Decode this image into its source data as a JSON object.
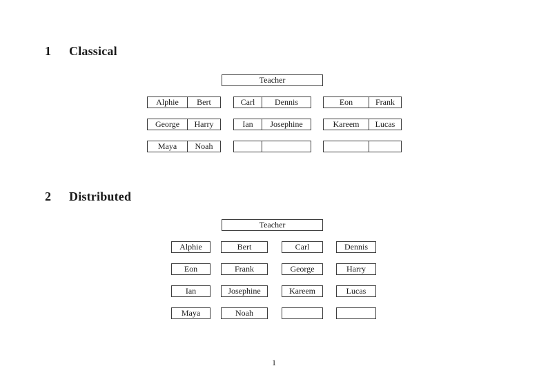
{
  "page": {
    "number_label": "1"
  },
  "colors": {
    "background": "#ffffff",
    "text": "#1a1a1a",
    "border": "#3d3d3d"
  },
  "sections": {
    "classical": {
      "number": "1",
      "title": "Classical",
      "teacher": "Teacher",
      "desks": [
        [
          [
            "Alphie",
            "Bert"
          ],
          [
            "Carl",
            "Dennis"
          ],
          [
            "Eon",
            "Frank"
          ]
        ],
        [
          [
            "George",
            "Harry"
          ],
          [
            "Ian",
            "Josephine"
          ],
          [
            "Kareem",
            "Lucas"
          ]
        ],
        [
          [
            "Maya",
            "Noah"
          ],
          [
            "",
            ""
          ],
          [
            "",
            ""
          ]
        ]
      ]
    },
    "distributed": {
      "number": "2",
      "title": "Distributed",
      "teacher": "Teacher",
      "desks": [
        [
          "Alphie",
          "Bert",
          "Carl",
          "Dennis"
        ],
        [
          "Eon",
          "Frank",
          "George",
          "Harry"
        ],
        [
          "Ian",
          "Josephine",
          "Kareem",
          "Lucas"
        ],
        [
          "Maya",
          "Noah",
          "",
          ""
        ]
      ]
    }
  }
}
